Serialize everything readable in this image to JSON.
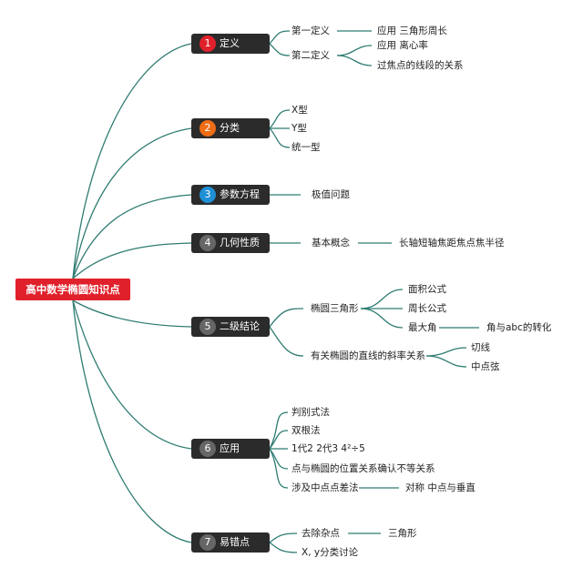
{
  "colors": {
    "root": "#e0212b",
    "topic_bg": "#2b2b2b",
    "line": "#2f7c72"
  },
  "root": {
    "label": "高中数学椭圆知识点"
  },
  "topics": [
    {
      "num": "1",
      "name": "定义",
      "color": "#e0212b"
    },
    {
      "num": "2",
      "name": "分类",
      "color": "#ef6d16"
    },
    {
      "num": "3",
      "name": "参数方程",
      "color": "#1f8fd6"
    },
    {
      "num": "4",
      "name": "几何性质",
      "color": "#666666"
    },
    {
      "num": "5",
      "name": "二级结论",
      "color": "#666666"
    },
    {
      "num": "6",
      "name": "应用",
      "color": "#666666"
    },
    {
      "num": "7",
      "name": "易错点",
      "color": "#666666"
    }
  ],
  "labels": {
    "def1": "第一定义",
    "def1_app": "应用 三角形周长",
    "def2": "第二定义",
    "def2_app": "应用 离心率",
    "def2_seg": "过焦点的线段的关系",
    "cls_x": "X型",
    "cls_y": "Y型",
    "cls_u": "统一型",
    "param_extreme": "极值问题",
    "geo_basic": "基本概念",
    "geo_terms": "长轴短轴焦距焦点焦半径",
    "tri": "椭圆三角形",
    "tri_area": "面积公式",
    "tri_perim": "周长公式",
    "tri_max": "最大角",
    "tri_max_rel": "角与abc的转化",
    "slope": "有关椭圆的直线的斜率关系",
    "slope_tan": "切线",
    "slope_mid": "中点弦",
    "app_disc": "判别式法",
    "app_dual": "双根法",
    "app_sub": "1代2 2代3 4²÷5",
    "app_pos": "点与椭圆的位置关系确认不等关系",
    "app_diff": "涉及中点点差法",
    "app_diff_sym": "对称 中点与垂直",
    "err_drop": "去除杂点",
    "err_tri": "三角形",
    "err_xy": "X, y分类讨论"
  }
}
